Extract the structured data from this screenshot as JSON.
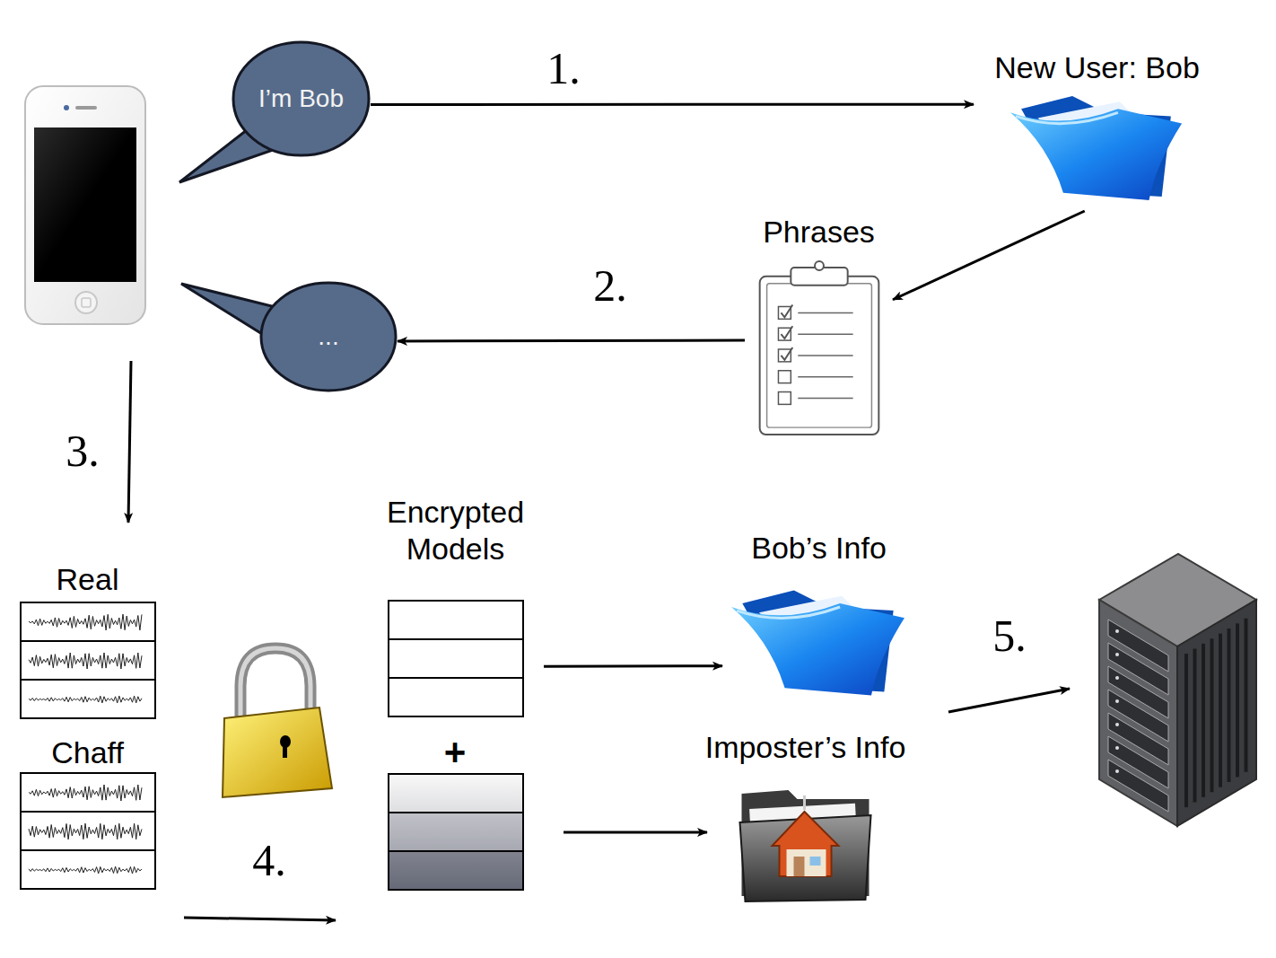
{
  "diagram": {
    "nodes": [
      {
        "text": [
          "I’m Bob"
        ]
      },
      {
        "text": [
          "New User: Bob"
        ]
      },
      {
        "text": [
          "Phrases"
        ]
      },
      {
        "text": [
          "..."
        ]
      },
      {
        "text": [
          "Real"
        ]
      },
      {
        "text": [
          "Chaff"
        ]
      },
      {
        "text": [
          "Encrypted Models"
        ]
      },
      {
        "text": [
          "Bob’s Info"
        ]
      },
      {
        "text": [
          "Imposter’s Info"
        ]
      }
    ],
    "edges": [
      {
        "from": 0,
        "to": 1,
        "arrow": "to"
      },
      {
        "from": 1,
        "to": 2,
        "arrow": "to"
      },
      {
        "from": 2,
        "to": 3,
        "arrow": "to"
      },
      {
        "from": 6,
        "to": 7,
        "arrow": "to"
      }
    ],
    "labels": [
      "1.",
      "2.",
      "3.",
      "4.",
      "5.",
      "+"
    ]
  }
}
